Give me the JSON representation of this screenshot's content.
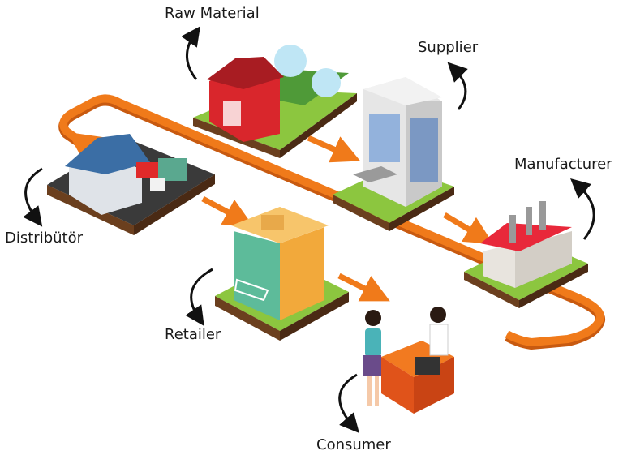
{
  "labels": {
    "raw_material": "Raw Material",
    "supplier": "Supplier",
    "manufacturer": "Manufacturer",
    "distributor": "Distribütör",
    "retailer": "Retailer",
    "consumer": "Consumer"
  },
  "colors": {
    "belt": "#f07a1a",
    "grass": "#8cc63f",
    "barn": "#d9262c",
    "factory_roof": "#e8283a"
  }
}
